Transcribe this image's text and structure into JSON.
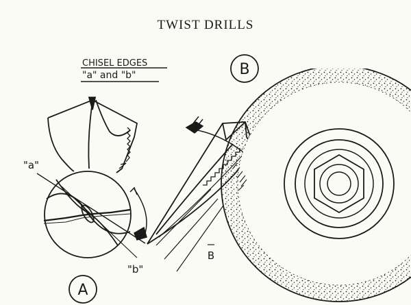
{
  "title": "TWIST DRILLS",
  "chisel_heading": {
    "line1": "CHISEL EDGES",
    "line2": "\"a\" and \"b\""
  },
  "labels": {
    "circle_a": "A",
    "circle_b": "B",
    "edge_a": "\"a\"",
    "edge_b": "\"b\"",
    "small_b": "B"
  },
  "colors": {
    "ink": "#1a1a1a",
    "paper": "#fbfbf6"
  }
}
